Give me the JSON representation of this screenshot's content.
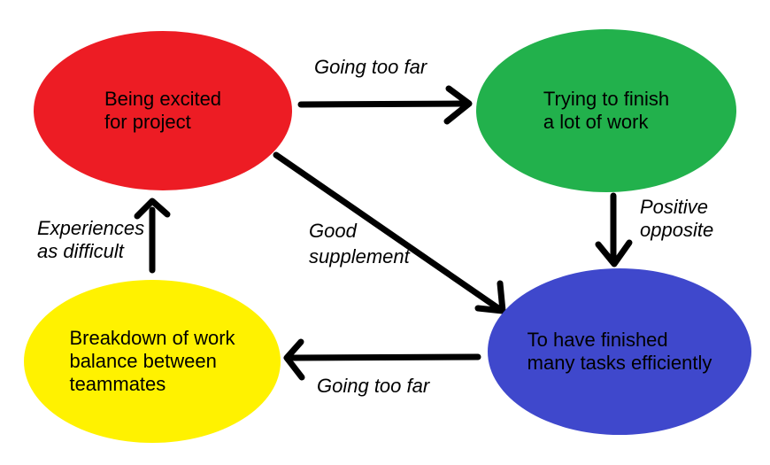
{
  "canvas": {
    "background": "#ffffff"
  },
  "text_color": "#000000",
  "arrow_color": "#000000",
  "nodes": {
    "excited": {
      "text": "Being excited\nfor project",
      "color": "#ed1c24"
    },
    "finish": {
      "text": "Trying to finish\na lot of work",
      "color": "#22b14c"
    },
    "breakdown": {
      "text": "Breakdown of work\nbalance between\nteammates",
      "color": "#fff200"
    },
    "finished": {
      "text": "To have finished\nmany tasks efficiently",
      "color": "#3f48cc"
    }
  },
  "edges": {
    "excited_to_finish": {
      "label": "Going too far"
    },
    "finish_to_finished": {
      "label": "Positive\nopposite"
    },
    "excited_to_finished": {
      "label": "Good\nsupplement"
    },
    "finished_to_breakdown": {
      "label": "Going too far"
    },
    "breakdown_to_excited": {
      "label": "Experiences\nas difficult"
    }
  }
}
